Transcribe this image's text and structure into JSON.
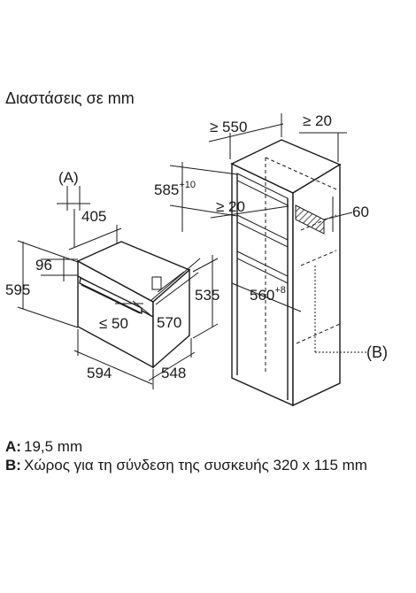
{
  "title": "Διαστάσεις σε mm",
  "appliance": {
    "label_A": "(A)",
    "width": "594",
    "height": "595",
    "depth_body": "548",
    "depth_front": "570",
    "panel_depth": "405",
    "control_panel_height": "96",
    "door_clearance": "≤ 50",
    "niche_height": "535"
  },
  "cabinet": {
    "depth": "≥ 550",
    "gap_top": "≥ 20",
    "gap_side": "≥ 20",
    "opening_height": "585",
    "opening_height_tol": "+10",
    "opening_width": "560",
    "opening_width_tol": "+8",
    "vent": "60",
    "label_B": "(B)"
  },
  "legend": [
    {
      "key": "A:",
      "text": "19,5 mm"
    },
    {
      "key": "B:",
      "text": "Χώρος για τη σύνδεση της συσκευής 320 x 115 mm"
    }
  ]
}
